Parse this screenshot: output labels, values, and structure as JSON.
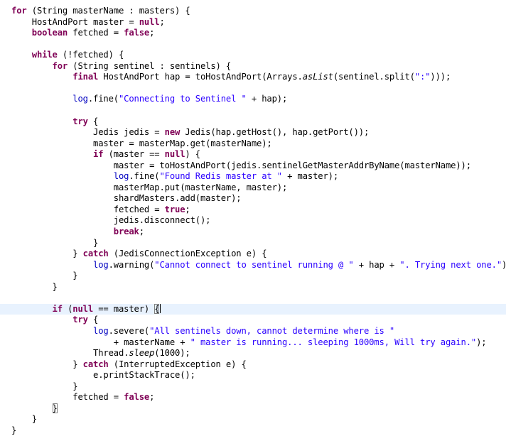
{
  "lines": [
    [
      {
        "t": "for",
        "c": "kw"
      },
      {
        "t": " (String masterName : masters) {",
        "c": "plain"
      }
    ],
    [
      {
        "t": "    HostAndPort master = ",
        "c": "plain"
      },
      {
        "t": "null",
        "c": "kw"
      },
      {
        "t": ";",
        "c": "plain"
      }
    ],
    [
      {
        "t": "    ",
        "c": "plain"
      },
      {
        "t": "boolean",
        "c": "kw"
      },
      {
        "t": " fetched = ",
        "c": "plain"
      },
      {
        "t": "false",
        "c": "kw"
      },
      {
        "t": ";",
        "c": "plain"
      }
    ],
    [],
    [
      {
        "t": "    ",
        "c": "plain"
      },
      {
        "t": "while",
        "c": "kw"
      },
      {
        "t": " (!fetched) {",
        "c": "plain"
      }
    ],
    [
      {
        "t": "        ",
        "c": "plain"
      },
      {
        "t": "for",
        "c": "kw"
      },
      {
        "t": " (String sentinel : sentinels) {",
        "c": "plain"
      }
    ],
    [
      {
        "t": "            ",
        "c": "plain"
      },
      {
        "t": "final",
        "c": "kw"
      },
      {
        "t": " HostAndPort hap = toHostAndPort(Arrays.",
        "c": "plain"
      },
      {
        "t": "asList",
        "c": "plain italic"
      },
      {
        "t": "(sentinel.split(",
        "c": "plain"
      },
      {
        "t": "\":\"",
        "c": "str"
      },
      {
        "t": ")));",
        "c": "plain"
      }
    ],
    [],
    [
      {
        "t": "            ",
        "c": "plain"
      },
      {
        "t": "log",
        "c": "field"
      },
      {
        "t": ".fine(",
        "c": "plain"
      },
      {
        "t": "\"Connecting to Sentinel \"",
        "c": "str"
      },
      {
        "t": " + hap);",
        "c": "plain"
      }
    ],
    [],
    [
      {
        "t": "            ",
        "c": "plain"
      },
      {
        "t": "try",
        "c": "kw"
      },
      {
        "t": " {",
        "c": "plain"
      }
    ],
    [
      {
        "t": "                Jedis jedis = ",
        "c": "plain"
      },
      {
        "t": "new",
        "c": "kw"
      },
      {
        "t": " Jedis(hap.getHost(), hap.getPort());",
        "c": "plain"
      }
    ],
    [
      {
        "t": "                master = masterMap.get(masterName);",
        "c": "plain"
      }
    ],
    [
      {
        "t": "                ",
        "c": "plain"
      },
      {
        "t": "if",
        "c": "kw"
      },
      {
        "t": " (master == ",
        "c": "plain"
      },
      {
        "t": "null",
        "c": "kw"
      },
      {
        "t": ") {",
        "c": "plain"
      }
    ],
    [
      {
        "t": "                    master = toHostAndPort(jedis.sentinelGetMasterAddrByName(masterName));",
        "c": "plain"
      }
    ],
    [
      {
        "t": "                    ",
        "c": "plain"
      },
      {
        "t": "log",
        "c": "field"
      },
      {
        "t": ".fine(",
        "c": "plain"
      },
      {
        "t": "\"Found Redis master at \"",
        "c": "str"
      },
      {
        "t": " + master);",
        "c": "plain"
      }
    ],
    [
      {
        "t": "                    masterMap.put(masterName, master);",
        "c": "plain"
      }
    ],
    [
      {
        "t": "                    shardMasters.add(master);",
        "c": "plain"
      }
    ],
    [
      {
        "t": "                    fetched = ",
        "c": "plain"
      },
      {
        "t": "true",
        "c": "kw"
      },
      {
        "t": ";",
        "c": "plain"
      }
    ],
    [
      {
        "t": "                    jedis.disconnect();",
        "c": "plain"
      }
    ],
    [
      {
        "t": "                    ",
        "c": "plain"
      },
      {
        "t": "break",
        "c": "kw"
      },
      {
        "t": ";",
        "c": "plain"
      }
    ],
    [
      {
        "t": "                }",
        "c": "plain"
      }
    ],
    [
      {
        "t": "            } ",
        "c": "plain"
      },
      {
        "t": "catch",
        "c": "kw"
      },
      {
        "t": " (JedisConnectionException e) {",
        "c": "plain"
      }
    ],
    [
      {
        "t": "                ",
        "c": "plain"
      },
      {
        "t": "log",
        "c": "field"
      },
      {
        "t": ".warning(",
        "c": "plain"
      },
      {
        "t": "\"Cannot connect to sentinel running @ \"",
        "c": "str"
      },
      {
        "t": " + hap + ",
        "c": "plain"
      },
      {
        "t": "\". Trying next one.\"",
        "c": "str"
      },
      {
        "t": ");",
        "c": "plain"
      }
    ],
    [
      {
        "t": "            }",
        "c": "plain"
      }
    ],
    [
      {
        "t": "        }",
        "c": "plain"
      }
    ],
    [],
    [
      {
        "t": "        ",
        "c": "plain"
      },
      {
        "t": "if",
        "c": "kw"
      },
      {
        "t": " (",
        "c": "plain"
      },
      {
        "t": "null",
        "c": "kw"
      },
      {
        "t": " == master) ",
        "c": "plain"
      },
      {
        "t": "{",
        "c": "plain bracket-match"
      }
    ],
    [
      {
        "t": "            ",
        "c": "plain"
      },
      {
        "t": "try",
        "c": "kw"
      },
      {
        "t": " {",
        "c": "plain"
      }
    ],
    [
      {
        "t": "                ",
        "c": "plain"
      },
      {
        "t": "log",
        "c": "field"
      },
      {
        "t": ".severe(",
        "c": "plain"
      },
      {
        "t": "\"All sentinels down, cannot determine where is \"",
        "c": "str"
      }
    ],
    [
      {
        "t": "                    + masterName + ",
        "c": "plain"
      },
      {
        "t": "\" master is running... sleeping 1000ms, Will try again.\"",
        "c": "str"
      },
      {
        "t": ");",
        "c": "plain"
      }
    ],
    [
      {
        "t": "                Thread.",
        "c": "plain"
      },
      {
        "t": "sleep",
        "c": "plain italic"
      },
      {
        "t": "(1000);",
        "c": "plain"
      }
    ],
    [
      {
        "t": "            } ",
        "c": "plain"
      },
      {
        "t": "catch",
        "c": "kw"
      },
      {
        "t": " (InterruptedException e) {",
        "c": "plain"
      }
    ],
    [
      {
        "t": "                e.printStackTrace();",
        "c": "plain"
      }
    ],
    [
      {
        "t": "            }",
        "c": "plain"
      }
    ],
    [
      {
        "t": "            fetched = ",
        "c": "plain"
      },
      {
        "t": "false",
        "c": "kw"
      },
      {
        "t": ";",
        "c": "plain"
      }
    ],
    [
      {
        "t": "        ",
        "c": "plain"
      },
      {
        "t": "}",
        "c": "plain bracket-match"
      }
    ],
    [
      {
        "t": "    }",
        "c": "plain"
      }
    ],
    [
      {
        "t": "}",
        "c": "plain"
      }
    ]
  ],
  "current_line": 27,
  "colors": {
    "keyword": "#7f0055",
    "string": "#2a00ff",
    "field": "#0000c0",
    "current_line_bg": "#e8f2fe"
  }
}
